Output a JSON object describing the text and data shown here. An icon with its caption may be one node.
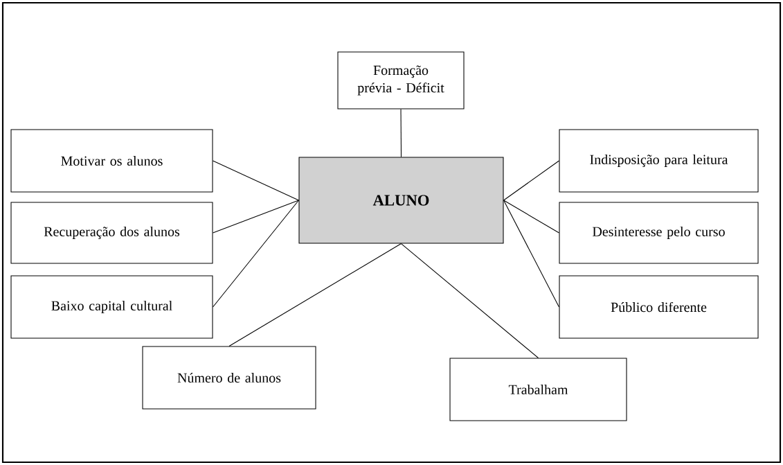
{
  "diagram": {
    "nodes": [
      {
        "text": [
          "Formação prévia - Déficit"
        ]
      },
      {
        "text": [
          "Motivar os alunos"
        ]
      },
      {
        "text": [
          "Recuperação dos alunos"
        ]
      },
      {
        "text": [
          "Baixo capital cultural"
        ]
      },
      {
        "text": [
          "ALUNO"
        ]
      },
      {
        "text": [
          "Indisposição para leitura"
        ]
      },
      {
        "text": [
          "Desinteresse pelo curso"
        ]
      },
      {
        "text": [
          "Público diferente"
        ]
      },
      {
        "text": [
          "Número de alunos"
        ]
      },
      {
        "text": [
          "Trabalham"
        ]
      }
    ],
    "edges": [
      {
        "from": 4,
        "to": 0,
        "arrow": "none"
      },
      {
        "from": 4,
        "to": 1,
        "arrow": "none"
      },
      {
        "from": 4,
        "to": 2,
        "arrow": "none"
      },
      {
        "from": 4,
        "to": 3,
        "arrow": "none"
      },
      {
        "from": 4,
        "to": 5,
        "arrow": "none"
      },
      {
        "from": 4,
        "to": 6,
        "arrow": "none"
      },
      {
        "from": 4,
        "to": 7,
        "arrow": "none"
      },
      {
        "from": 4,
        "to": 8,
        "arrow": "none"
      },
      {
        "from": 4,
        "to": 9,
        "arrow": "none"
      }
    ]
  }
}
